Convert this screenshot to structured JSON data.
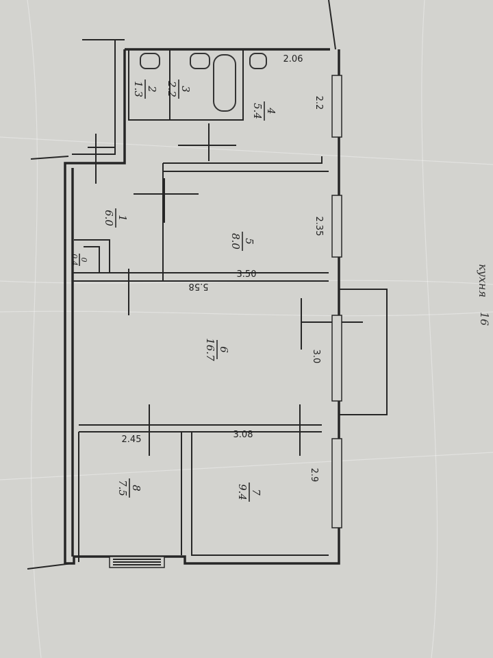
{
  "rooms": [
    {
      "num": "1",
      "area": "6.0"
    },
    {
      "num": "2",
      "area": "1.3"
    },
    {
      "num": "3",
      "area": "2.2"
    },
    {
      "num": "4",
      "area": "5.4"
    },
    {
      "num": "5",
      "area": "8.0"
    },
    {
      "num": "6",
      "area": "16.7"
    },
    {
      "num": "7",
      "area": "9.4"
    },
    {
      "num": "8",
      "area": "7.5"
    },
    {
      "num": "0",
      "area": "0.4"
    }
  ],
  "dimensions": [
    "2.06",
    "2.2",
    "2.35",
    "3.50",
    "5.58",
    "3.0",
    "3.08",
    "2.9",
    "2.45"
  ],
  "edge_text": [
    "кухня",
    "16"
  ]
}
